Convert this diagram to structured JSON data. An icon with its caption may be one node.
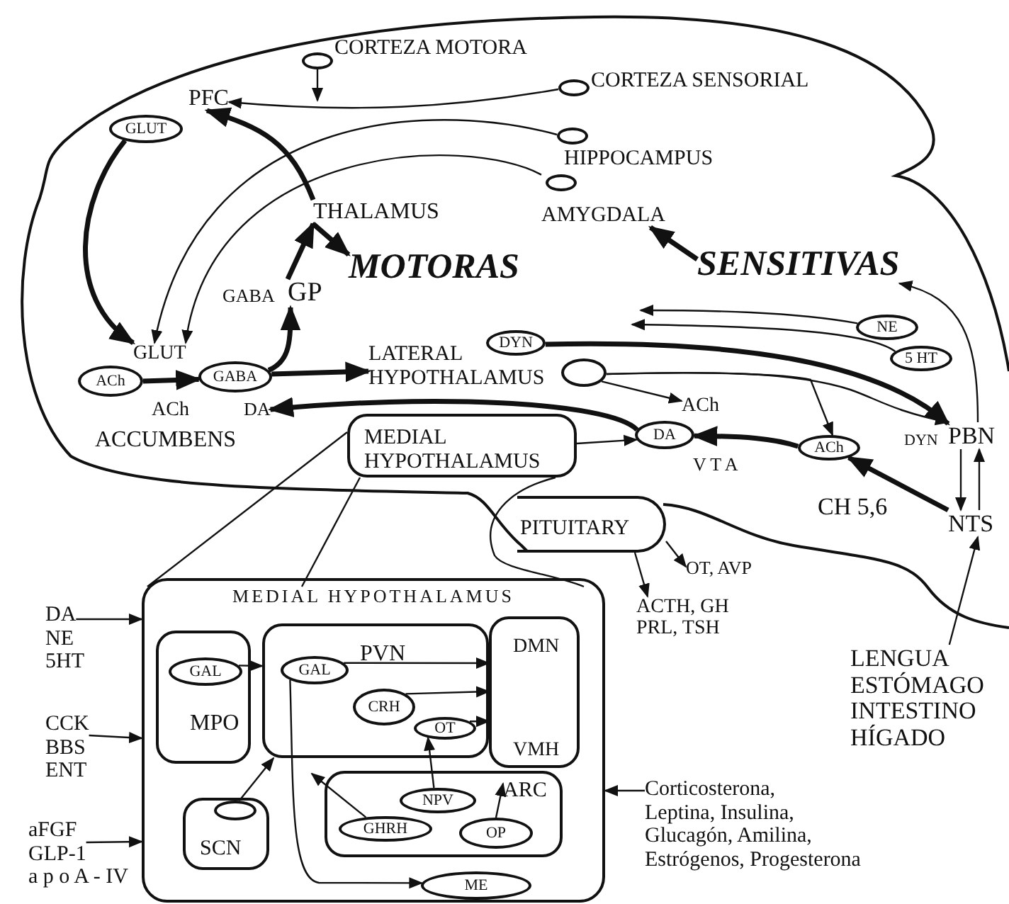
{
  "diagram": {
    "nodes": [
      {
        "text": [
          "CORTEZA MOTORA"
        ]
      },
      {
        "text": [
          "PFC"
        ]
      },
      {
        "text": [
          "CORTEZA SENSORIAL"
        ]
      },
      {
        "text": [
          "HIPPOCAMPUS"
        ]
      },
      {
        "text": [
          "AMYGDALA"
        ]
      },
      {
        "text": [
          "GLUT"
        ]
      },
      {
        "text": [
          "THALAMUS"
        ]
      },
      {
        "text": [
          "MOTORAS"
        ]
      },
      {
        "text": [
          "SENSITIVAS"
        ]
      },
      {
        "text": [
          "GP"
        ],
        "beside": [
          "GABA"
        ]
      },
      {
        "text": [
          "GLUT"
        ]
      },
      {
        "text": [
          "ACh"
        ]
      },
      {
        "text": [
          "GABA"
        ]
      },
      {
        "text": [
          "DA"
        ]
      },
      {
        "text": [
          "LATERAL HYPOTHALAMUS"
        ]
      },
      {
        "text": [
          "DYN"
        ]
      },
      {
        "text": [],
        "shape": "ellipse"
      },
      {
        "text": [
          "NE"
        ]
      },
      {
        "text": [
          "5 HT"
        ]
      },
      {
        "text": [
          "ACh"
        ]
      },
      {
        "text": [
          "DA"
        ],
        "beside": [
          "V T A"
        ]
      },
      {
        "text": [
          "ACh"
        ],
        "beside": [
          "CH 5,6"
        ]
      },
      {
        "text": [
          "PBN"
        ],
        "beside": [
          "DYN"
        ]
      },
      {
        "text": [
          "NTS"
        ]
      },
      {
        "text": [
          "MEDIAL HYPOTHALAMUS"
        ]
      },
      {
        "text": [
          "PITUITARY"
        ]
      },
      {
        "text": [
          "OT, AVP"
        ]
      },
      {
        "text": [
          "ACTH, GH PRL, TSH"
        ]
      },
      {
        "text": [
          "LENGUA ESTÓMAGO INTESTINO HÍGADO"
        ]
      },
      {
        "text": [
          "MEDIAL HYPOTHALAMUS"
        ]
      },
      {
        "text": [
          "MPO"
        ],
        "in": 29
      },
      {
        "text": [
          "GAL"
        ],
        "in": 30
      },
      {
        "text": [
          "PVN"
        ],
        "in": 29
      },
      {
        "text": [
          "GAL"
        ],
        "in": 32
      },
      {
        "text": [
          "CRH"
        ],
        "in": 32
      },
      {
        "text": [
          "OT"
        ],
        "in": 32
      },
      {
        "text": [
          "DMN",
          "VMH"
        ],
        "in": 29
      },
      {
        "text": [
          "SCN"
        ],
        "in": 29
      },
      {
        "text": [],
        "shape": "ellipse",
        "in": 37
      },
      {
        "text": [
          "ARC"
        ],
        "in": 29
      },
      {
        "text": [
          "NPV"
        ],
        "in": 39
      },
      {
        "text": [
          "GHRH"
        ],
        "in": 39
      },
      {
        "text": [
          "OP"
        ],
        "in": 39
      },
      {
        "text": [
          "ME"
        ],
        "in": 29
      },
      {
        "text": [
          "DA NE 5HT"
        ]
      },
      {
        "text": [
          "CCK BBS ENT"
        ]
      },
      {
        "text": [
          "aFGF GLP-1 a p o A - IV"
        ]
      },
      {
        "text": [
          "Corticosterona, Leptina, Insulina, Glucagón, Amilina, Estrógenos, Progesterona"
        ]
      }
    ],
    "edges": [
      {
        "from": 0,
        "to": null,
        "arrow": "to"
      },
      {
        "from": 2,
        "to": 1,
        "arrow": "to"
      },
      {
        "from": 3,
        "to": 10,
        "arrow": "to"
      },
      {
        "from": 4,
        "to": 10,
        "arrow": "to"
      },
      {
        "from": 5,
        "to": 10,
        "arrow": "to",
        "style": "thick"
      },
      {
        "from": 6,
        "to": 1,
        "arrow": "to",
        "style": "thick"
      },
      {
        "from": 6,
        "to": 7,
        "arrow": "to",
        "style": "thick"
      },
      {
        "from": 9,
        "to": 6,
        "arrow": "to",
        "style": "thick"
      },
      {
        "from": 8,
        "to": 4,
        "arrow": "to",
        "style": "thick"
      },
      {
        "from": 22,
        "to": 8,
        "arrow": "to"
      },
      {
        "from": 11,
        "to": 12,
        "arrow": "to",
        "style": "thick",
        "label": "ACh"
      },
      {
        "from": 12,
        "to": 9,
        "arrow": "to",
        "style": "thick"
      },
      {
        "from": 12,
        "to": 14,
        "arrow": "to",
        "style": "thick"
      },
      {
        "from": 20,
        "to": 13,
        "arrow": "to",
        "style": "thick"
      },
      {
        "from": 15,
        "to": 22,
        "arrow": "to",
        "style": "thick"
      },
      {
        "from": 17,
        "to": null,
        "arrow": "to"
      },
      {
        "from": 18,
        "to": null,
        "arrow": "to"
      },
      {
        "from": 16,
        "to": 19,
        "arrow": "to"
      },
      {
        "from": 16,
        "to": 21,
        "arrow": "to"
      },
      {
        "from": 16,
        "to": 22,
        "arrow": "to"
      },
      {
        "from": 21,
        "to": 20,
        "arrow": "to",
        "style": "thick"
      },
      {
        "from": 23,
        "to": 21,
        "arrow": "to",
        "style": "thick"
      },
      {
        "from": 22,
        "to": 23,
        "arrow": "to"
      },
      {
        "from": 23,
        "to": 22,
        "arrow": "to"
      },
      {
        "from": 28,
        "to": 23,
        "arrow": "to"
      },
      {
        "from": 24,
        "to": 20,
        "arrow": "to"
      },
      {
        "from": 25,
        "to": 26,
        "arrow": "to"
      },
      {
        "from": 25,
        "to": 27,
        "arrow": "to"
      },
      {
        "from": 24,
        "to": 29,
        "arrow": "none"
      },
      {
        "from": 24,
        "to": 29,
        "arrow": "none"
      },
      {
        "from": 24,
        "to": 29,
        "arrow": "none"
      },
      {
        "from": 44,
        "to": 29,
        "arrow": "to"
      },
      {
        "from": 45,
        "to": 29,
        "arrow": "to"
      },
      {
        "from": 46,
        "to": 29,
        "arrow": "to"
      },
      {
        "from": 47,
        "to": 29,
        "arrow": "to"
      },
      {
        "from": 31,
        "to": 32,
        "arrow": "to"
      },
      {
        "from": 33,
        "to": 36,
        "arrow": "to"
      },
      {
        "from": 34,
        "to": 36,
        "arrow": "to"
      },
      {
        "from": 35,
        "to": 36,
        "arrow": "to"
      },
      {
        "from": 33,
        "to": 43,
        "arrow": "to"
      },
      {
        "from": 38,
        "to": 32,
        "arrow": "to"
      },
      {
        "from": 40,
        "to": 35,
        "arrow": "to"
      },
      {
        "from": 41,
        "to": null,
        "arrow": "to"
      },
      {
        "from": 42,
        "to": 39,
        "arrow": "to"
      }
    ],
    "labels": [
      "ACCUMBENS"
    ]
  }
}
